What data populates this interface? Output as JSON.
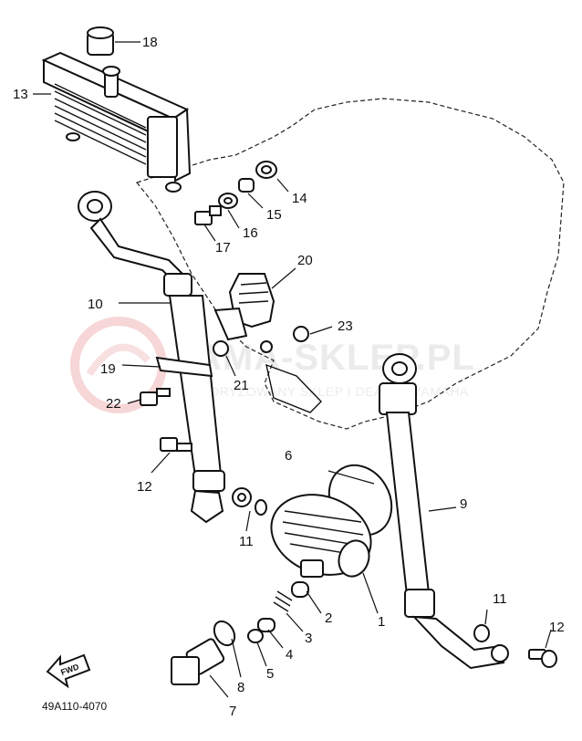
{
  "diagram": {
    "code": "49A110-4070",
    "fwd_label": "FWD",
    "watermark": {
      "title": "YAMA-SKLEP.PL",
      "subtitle": "AUTORYZOWANY SKLEP I DEALER YAMAHA"
    },
    "callouts": [
      "1",
      "2",
      "3",
      "4",
      "5",
      "6",
      "7",
      "8",
      "9",
      "10",
      "11",
      "11",
      "12",
      "12",
      "13",
      "14",
      "15",
      "16",
      "17",
      "18",
      "19",
      "20",
      "21",
      "22",
      "23"
    ]
  }
}
